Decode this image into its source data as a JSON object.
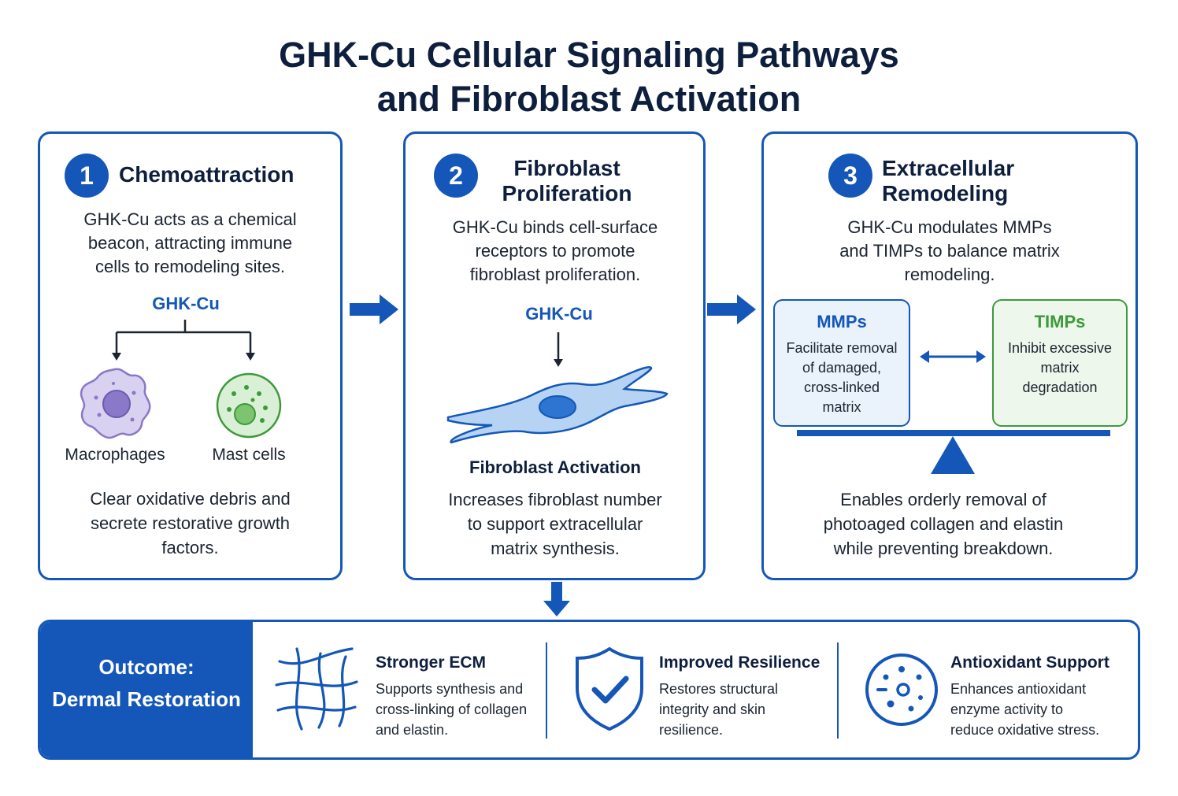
{
  "title": {
    "line1": "GHK-Cu Cellular Signaling Pathways",
    "line2": "and Fibroblast Activation"
  },
  "colors": {
    "primary_blue": "#1457b8",
    "green": "#3d9a3b",
    "purple": "#8a78c8",
    "dark_text": "#0e1f3d"
  },
  "panels": [
    {
      "number": "1",
      "title_line1": "Chemoattraction",
      "text_line1": "GHK-Cu acts as a chemical",
      "text_line2": "beacon, attracting immune",
      "text_line3": "cells to remodeling sites.",
      "source_label": "GHK-Cu",
      "cell_left": "Macrophages",
      "cell_right": "Mast cells",
      "footer_line1": "Clear oxidative debris and",
      "footer_line2": "secrete restorative growth",
      "footer_line3": "factors."
    },
    {
      "number": "2",
      "title_line1": "Fibroblast",
      "title_line2": "Proliferation",
      "text_line1": "GHK-Cu binds cell-surface",
      "text_line2": "receptors to promote",
      "text_line3": "fibroblast proliferation.",
      "source_label": "GHK-Cu",
      "activation_label": "Fibroblast Activation",
      "footer_line1": "Increases fibroblast number",
      "footer_line2": "to support extracellular",
      "footer_line3": "matrix synthesis."
    },
    {
      "number": "3",
      "title_line1": "Extracellular",
      "title_line2": "Remodeling",
      "text_line1": "GHK-Cu modulates MMPs",
      "text_line2": "and TIMPs to balance matrix",
      "text_line3": "remodeling.",
      "mmps": {
        "title": "MMPs",
        "line1": "Facilitate removal",
        "line2": "of damaged,",
        "line3": "cross-linked",
        "line4": "matrix"
      },
      "timps": {
        "title": "TIMPs",
        "line1": "Inhibit excessive",
        "line2": "matrix",
        "line3": "degradation"
      },
      "footer_line1": "Enables orderly removal of",
      "footer_line2": "photoaged collagen and elastin",
      "footer_line3": "while preventing breakdown."
    }
  ],
  "outcome": {
    "label_line1": "Outcome:",
    "label_line2": "Dermal Restoration",
    "benefits": [
      {
        "icon": "fiber-network-icon",
        "title": "Stronger ECM",
        "line1": "Supports synthesis and",
        "line2": "cross-linking of collagen",
        "line3": "and elastin."
      },
      {
        "icon": "shield-check-icon",
        "title": "Improved Resilience",
        "line1": "Restores structural",
        "line2": "integrity and skin",
        "line3": "resilience."
      },
      {
        "icon": "antioxidant-cell-icon",
        "title": "Antioxidant Support",
        "line1": "Enhances antioxidant",
        "line2": "enzyme activity to",
        "line3": "reduce oxidative stress."
      }
    ]
  }
}
